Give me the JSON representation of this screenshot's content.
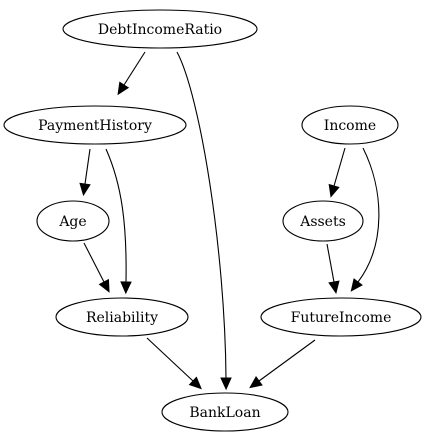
{
  "graph": {
    "nodes": [
      {
        "id": "DebtIncomeRatio",
        "label": "DebtIncomeRatio"
      },
      {
        "id": "PaymentHistory",
        "label": "PaymentHistory"
      },
      {
        "id": "Income",
        "label": "Income"
      },
      {
        "id": "Age",
        "label": "Age"
      },
      {
        "id": "Assets",
        "label": "Assets"
      },
      {
        "id": "Reliability",
        "label": "Reliability"
      },
      {
        "id": "FutureIncome",
        "label": "FutureIncome"
      },
      {
        "id": "BankLoan",
        "label": "BankLoan"
      }
    ],
    "edges": [
      {
        "from": "DebtIncomeRatio",
        "to": "PaymentHistory"
      },
      {
        "from": "DebtIncomeRatio",
        "to": "BankLoan"
      },
      {
        "from": "PaymentHistory",
        "to": "Age"
      },
      {
        "from": "PaymentHistory",
        "to": "Reliability"
      },
      {
        "from": "Age",
        "to": "Reliability"
      },
      {
        "from": "Reliability",
        "to": "BankLoan"
      },
      {
        "from": "Income",
        "to": "Assets"
      },
      {
        "from": "Income",
        "to": "FutureIncome"
      },
      {
        "from": "Assets",
        "to": "FutureIncome"
      },
      {
        "from": "FutureIncome",
        "to": "BankLoan"
      }
    ]
  }
}
